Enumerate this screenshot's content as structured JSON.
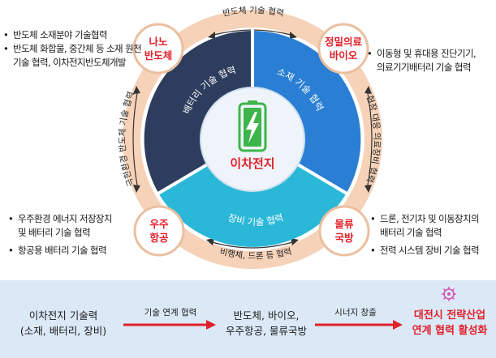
{
  "center": {
    "title": "이차전지",
    "icon": "battery-charging-icon"
  },
  "segments": {
    "battery": "배터리 기술 협력",
    "material": "소재 기술 협력",
    "equipment": "장비 기술 협력"
  },
  "nodes": {
    "nano": [
      "나노",
      "반도체"
    ],
    "precision": [
      "정밀의료",
      "바이오"
    ],
    "aerospace": [
      "우주",
      "항공"
    ],
    "logistics": [
      "물류",
      "국방"
    ]
  },
  "ring_labels": {
    "top": "반도체 기술 협력",
    "left": "극한환경 반도체 기술 협력",
    "right": "현장 대응 의료장비 협력",
    "bottom": "비행체, 드론 등 협력"
  },
  "top_left_list": [
    "반도체 소재분야 기술협력",
    "반도체 화합물, 중간체 등 소재 원천 기술 협력, 이차전지반도체개발"
  ],
  "top_left_lines": [
    "반도체 소재분야 기술협력",
    "반도체 화합물, 중간체 등 소재 원천",
    "기술 협력, 이차전지반도체개발"
  ],
  "top_right_lines": [
    "이동형 및 휴대용 진단기기,",
    "의료기기배터리 기술 협력"
  ],
  "bottom_left_lines": [
    "우주환경 에너지 저장장치",
    "및 배터리 기술 협력",
    "항공용 배터리 기술 협력"
  ],
  "bottom_right_lines": [
    "드론, 전기차 및 이동장치의",
    "배터리 기술 협력",
    "전력 시스템 장비 기술 협력"
  ],
  "bottom": {
    "start_lines": [
      "이차전지 기술력",
      "(소재, 배터리, 장비)"
    ],
    "arrow1": "기술 연계 협력",
    "middle_lines": [
      "반도체, 바이오,",
      "우주항공, 물류국방"
    ],
    "arrow2": "시너지 창출",
    "end_lines": [
      "대전시 전략산업",
      "연계 협력 활성화"
    ],
    "end_icon": "gear-network-icon"
  },
  "colors": {
    "ring": "#f6d2b8",
    "navy": "#2e3d5e",
    "blue": "#2a7fd4",
    "teal": "#2bb8d8",
    "red": "#e2202a",
    "green": "#3db54a",
    "panel": "#dbe9f7"
  }
}
